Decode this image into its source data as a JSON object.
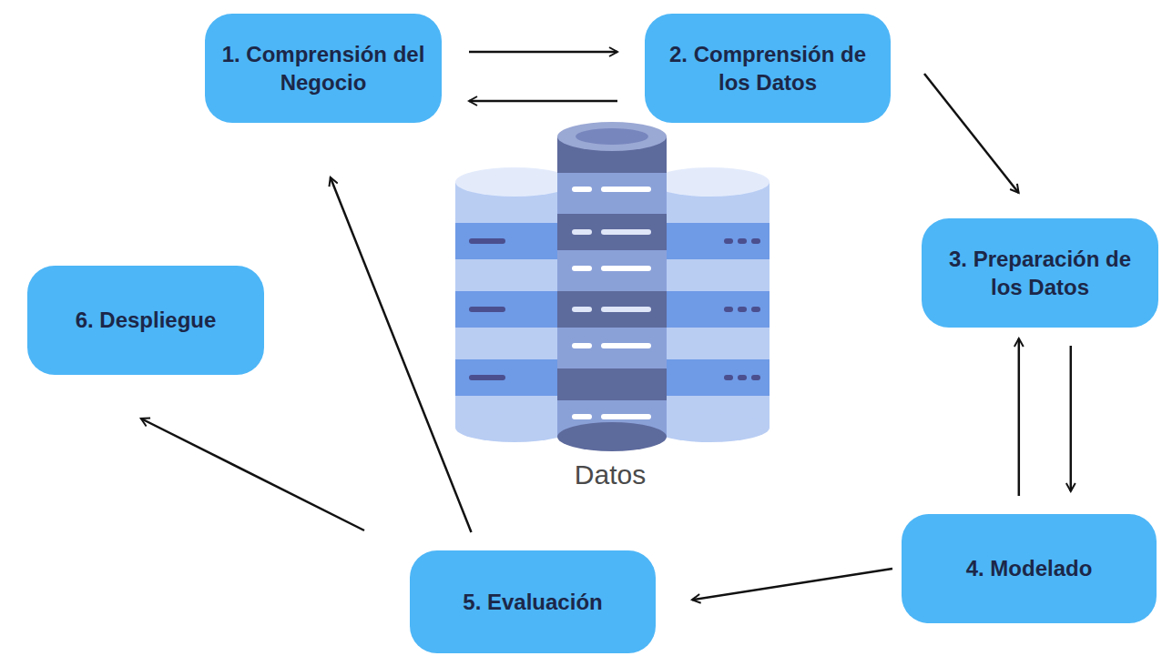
{
  "diagram": {
    "nodes": [
      {
        "text": [
          "1. Comprensión del Negocio"
        ]
      },
      {
        "text": [
          "2. Comprensión de los Datos"
        ]
      },
      {
        "text": [
          "3. Preparación de los Datos"
        ]
      },
      {
        "text": [
          "4. Modelado"
        ]
      },
      {
        "text": [
          "5. Evaluación"
        ]
      },
      {
        "text": [
          "6. Despliegue"
        ]
      }
    ],
    "edges": [
      {
        "from": 0,
        "to": 1,
        "arrow": "to"
      },
      {
        "from": 1,
        "to": 0,
        "arrow": "to"
      },
      {
        "from": 1,
        "to": 2,
        "arrow": "to"
      },
      {
        "from": 2,
        "to": 3,
        "arrow": "to"
      },
      {
        "from": 3,
        "to": 2,
        "arrow": "to"
      },
      {
        "from": 3,
        "to": 4,
        "arrow": "to"
      },
      {
        "from": 4,
        "to": 0,
        "arrow": "to"
      },
      {
        "from": 4,
        "to": 5,
        "arrow": "to"
      }
    ],
    "labels": [
      "Datos"
    ]
  }
}
